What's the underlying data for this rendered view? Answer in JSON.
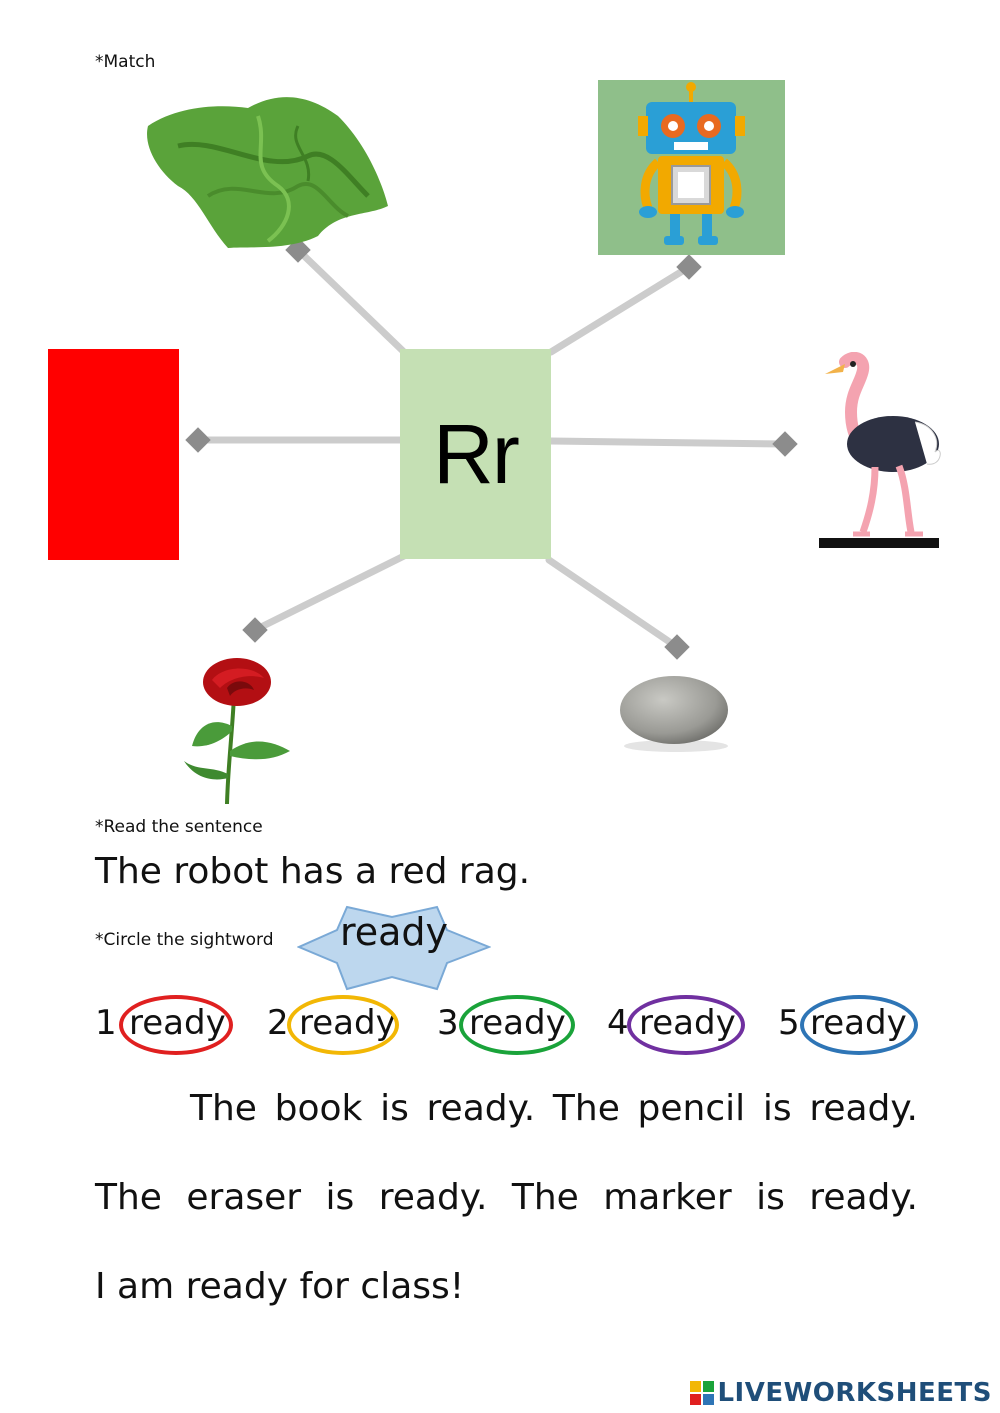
{
  "notes": {
    "match": "*Match",
    "read": "*Read the sentence",
    "circle": "*Circle the sightword"
  },
  "center": {
    "letters": "Rr"
  },
  "sentence": "The robot has a red rag.",
  "sightword": {
    "word": "ready"
  },
  "ready_items": [
    {
      "num": "1",
      "word": "ready",
      "color": "#e02020"
    },
    {
      "num": "2",
      "word": "ready",
      "color": "#f2b705"
    },
    {
      "num": "3",
      "word": "ready",
      "color": "#1aa33a"
    },
    {
      "num": "4",
      "word": "ready",
      "color": "#7030a0"
    },
    {
      "num": "5",
      "word": "ready",
      "color": "#2e75b6"
    }
  ],
  "paragraph": {
    "line1": "The book is ready. The pencil is ready.",
    "line2": "The eraser is ready. The marker is ready.",
    "line3": "I am ready for class!"
  },
  "colors": {
    "center_box": "#c5e0b4",
    "red_rect": "#ff0000",
    "connector": "#cccccc",
    "handle": "#8c8c8c",
    "star": "#bdd7ee"
  },
  "images": [
    "rag-image",
    "robot-image",
    "red-rectangle",
    "ostrich-image",
    "rose-image",
    "rock-image"
  ],
  "footer": {
    "brand": "LIVEWORKSHEETS"
  }
}
